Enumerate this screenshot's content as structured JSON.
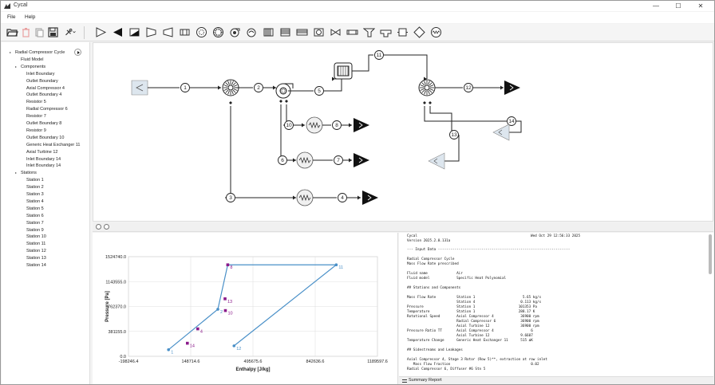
{
  "window": {
    "title": "Cycal",
    "minimize": "—",
    "maximize": "☐",
    "close": "✕"
  },
  "menu": [
    "File",
    "Help"
  ],
  "toolbar": {
    "file_buttons": [
      {
        "name": "open-folder-icon"
      },
      {
        "name": "delete-icon"
      },
      {
        "name": "copy-icon"
      },
      {
        "name": "save-icon"
      },
      {
        "name": "tools-icon"
      }
    ],
    "component_buttons": [
      "inlet-boundary-icon",
      "outlet-boundary-icon",
      "ramp-icon",
      "nozzle-icon",
      "diffuser-icon",
      "duct-icon",
      "fan-icon",
      "axial-compressor-icon",
      "radial-compressor-icon",
      "centrifugal-pump-icon",
      "heat-exchanger-icon",
      "cooler-icon",
      "stack-icon",
      "valve-icon",
      "bearing-icon",
      "pipe-icon",
      "splitter-icon",
      "mixer-icon",
      "junction-icon",
      "diamond-icon",
      "resistor-icon"
    ]
  },
  "tree": {
    "root": "Radial Compressor Cycle",
    "fluid": "Fluid Model",
    "components_label": "Components",
    "components": [
      "Inlet Boundary",
      "Outlet Boundary",
      "Axial Compressor 4",
      "Outlet Boundary 4",
      "Resistor 5",
      "Radial Compressor 6",
      "Resistor 7",
      "Outlet Boundary 8",
      "Resistor 9",
      "Outlet Boundary 10",
      "Generic Heat Exchanger 11",
      "Axial Turbine 12",
      "Inlet Boundary 14",
      "Inlet Boundary 14"
    ],
    "stations_label": "Stations",
    "stations": [
      "Station 1",
      "Station 2",
      "Station 3",
      "Station 4",
      "Station 5",
      "Station 6",
      "Station 7",
      "Station 9",
      "Station 10",
      "Station 11",
      "Station 12",
      "Station 13",
      "Station 14"
    ]
  },
  "diagram": {
    "station_labels": [
      "1",
      "2",
      "3",
      "4",
      "5",
      "6",
      "7",
      "8",
      "10",
      "11",
      "12",
      "13",
      "14"
    ]
  },
  "chart_data": {
    "type": "scatter",
    "xlabel": "Enthalpy [J/kg]",
    "ylabel": "Pressure [Pa]",
    "xlim": [
      -198246.4,
      1189597.6
    ],
    "ylim": [
      0.0,
      1524740.0
    ],
    "x_ticks": [
      "-198246.4",
      "148714.6",
      "495675.6",
      "842636.6",
      "1189597.6"
    ],
    "y_ticks": [
      "0.0",
      "381155.0",
      "762370.0",
      "1143555.0",
      "1524740.0"
    ],
    "grid": true,
    "lines": [
      {
        "name": "",
        "points": [
          [
            25000,
            101353
          ],
          [
            300000,
            720000
          ],
          [
            355000,
            1400000
          ],
          [
            960000,
            1400000
          ],
          [
            390000,
            160000
          ]
        ],
        "color": "#4a90c8"
      }
    ],
    "points": [
      {
        "label": "1",
        "x": 25000,
        "y": 101353,
        "color": "#4a90c8"
      },
      {
        "label": "2",
        "x": 300000,
        "y": 720000,
        "color": "#4a90c8"
      },
      {
        "label": "8",
        "x": 355000,
        "y": 1400000,
        "color": "#8b1a8b"
      },
      {
        "label": "11",
        "x": 960000,
        "y": 1400000,
        "color": "#4a90c8"
      },
      {
        "label": "12",
        "x": 390000,
        "y": 160000,
        "color": "#4a90c8"
      },
      {
        "label": "13",
        "x": 340000,
        "y": 880000,
        "color": "#8b1a8b"
      },
      {
        "label": "10",
        "x": 342000,
        "y": 700000,
        "color": "#8b1a8b"
      },
      {
        "label": "4",
        "x": 188000,
        "y": 420000,
        "color": "#8b1a8b"
      },
      {
        "label": "14",
        "x": 130000,
        "y": 200000,
        "color": "#8b1a8b"
      }
    ]
  },
  "report": {
    "header_left": "Cycal",
    "header_right": "Wed Oct 29 12:56:33 2025",
    "version": "Version 2025.2.0.131a",
    "lines": [
      "--- Input Data ----------------------------------------------------------------",
      "",
      "Radial Compressor Cycle",
      "Mass Flow Rate prescribed",
      "",
      "Fluid name              Air",
      "Fluid model             Specific Heat Polynomial",
      "",
      "## Stations and Components",
      "",
      "Mass Flow Rate          Station 1                       5.65 kg/s",
      "                        Station 4                      0.113 kg/s",
      "Pressure                Station 1                     101353 Pa",
      "Temperature             Station 1                     288.17 K",
      "Rotational Speed        Axial Compressor 4             36900 rpm",
      "                        Radial Compressor 6            36900 rpm",
      "                        Axial Turbine 12               36900 rpm",
      "Pressure Ratio TT       Axial Compressor 4                  6",
      "                        Axial Turbine 12               9.6607",
      "Temperature Change      Generic Heat Exchanger 11      515 ΔK",
      "",
      "## Sidestreams and Leakages",
      "",
      "Axial Compressor 4, Stage 3 Rotor (Row 5)**, extraction at row inlet",
      "   Mass Flow Fraction                                       0.02",
      "Radial Compressor 6, Diffuser #6 Stn 5"
    ]
  },
  "report_tab": "Summary Report"
}
